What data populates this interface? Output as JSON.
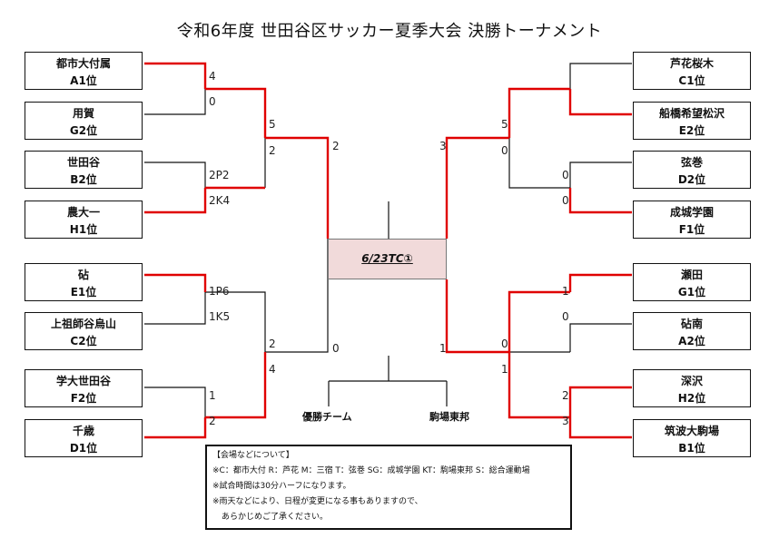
{
  "title": "令和6年度 世田谷区サッカー夏季大会 決勝トーナメント",
  "left_teams": [
    {
      "name": "都市大付属",
      "seed": "A1位"
    },
    {
      "name": "用賀",
      "seed": "G2位"
    },
    {
      "name": "世田谷",
      "seed": "B2位"
    },
    {
      "name": "農大一",
      "seed": "H1位"
    },
    {
      "name": "砧",
      "seed": "E1位"
    },
    {
      "name": "上祖師谷烏山",
      "seed": "C2位"
    },
    {
      "name": "学大世田谷",
      "seed": "F2位"
    },
    {
      "name": "千歳",
      "seed": "D1位"
    }
  ],
  "right_teams": [
    {
      "name": "芦花桜木",
      "seed": "C1位"
    },
    {
      "name": "船橋希望松沢",
      "seed": "E2位"
    },
    {
      "name": "弦巻",
      "seed": "D2位"
    },
    {
      "name": "成城学園",
      "seed": "F1位"
    },
    {
      "name": "瀬田",
      "seed": "G1位"
    },
    {
      "name": "砧南",
      "seed": "A2位"
    },
    {
      "name": "深沢",
      "seed": "H2位"
    },
    {
      "name": "筑波大駒場",
      "seed": "B1位"
    }
  ],
  "scores": {
    "l_r1": [
      "4",
      "0",
      "2P2",
      "2K4",
      "1P6",
      "1K5",
      "1",
      "2"
    ],
    "l_r2": [
      "5",
      "2",
      "2",
      "4"
    ],
    "l_sf": [
      "2",
      "0"
    ],
    "r_r1": [
      "0",
      "0",
      "1",
      "0",
      "2",
      "3"
    ],
    "r_r2": [
      "5",
      "0",
      "0",
      "1"
    ],
    "r_sf": [
      "3",
      "1"
    ]
  },
  "final": {
    "date": "6/23TC①",
    "winner_label": "優勝チーム",
    "winner_name": "駒場東邦"
  },
  "notes": {
    "header": "【会場などについて】",
    "line1": "※C：都市大付 R：芦花 M：三宿 T：弦巻 SG：成城学園 KT：駒場東邦 S：総合運動場",
    "line2": "※試合時間は30分ハーフになります。",
    "line3": "※雨天などにより、日程が変更になる事もありますので、",
    "line4": "あらかじめご了承ください。"
  },
  "colors": {
    "winner_line": "#e00000",
    "line": "#111111",
    "center_fill": "#f1dada"
  }
}
